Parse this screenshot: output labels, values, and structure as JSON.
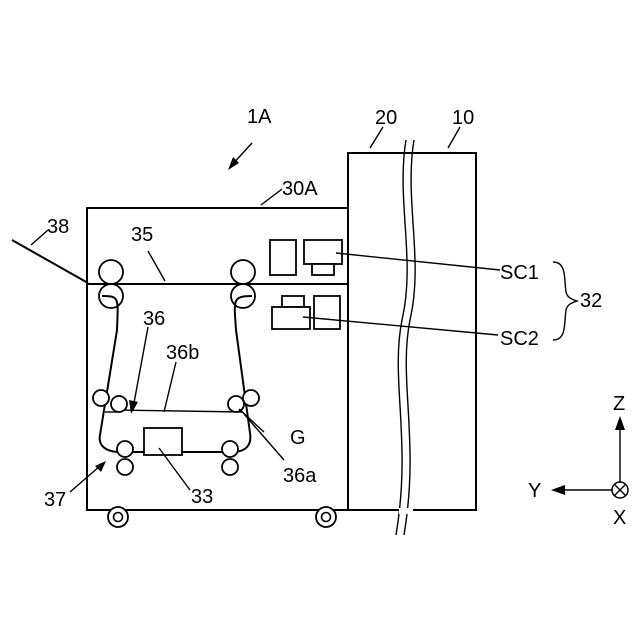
{
  "labels": {
    "device": "1A",
    "housing_20": "20",
    "housing_10": "10",
    "unit": "30A",
    "sheet": "38",
    "transport": "35",
    "belt": "36",
    "belt_upper": "36b",
    "belt_lower": "36a",
    "gap": "G",
    "sensor": "33",
    "frame": "37",
    "controller1": "SC1",
    "controller2": "SC2",
    "controller_group": "32",
    "axis_z": "Z",
    "axis_y": "Y",
    "axis_x": "X"
  }
}
